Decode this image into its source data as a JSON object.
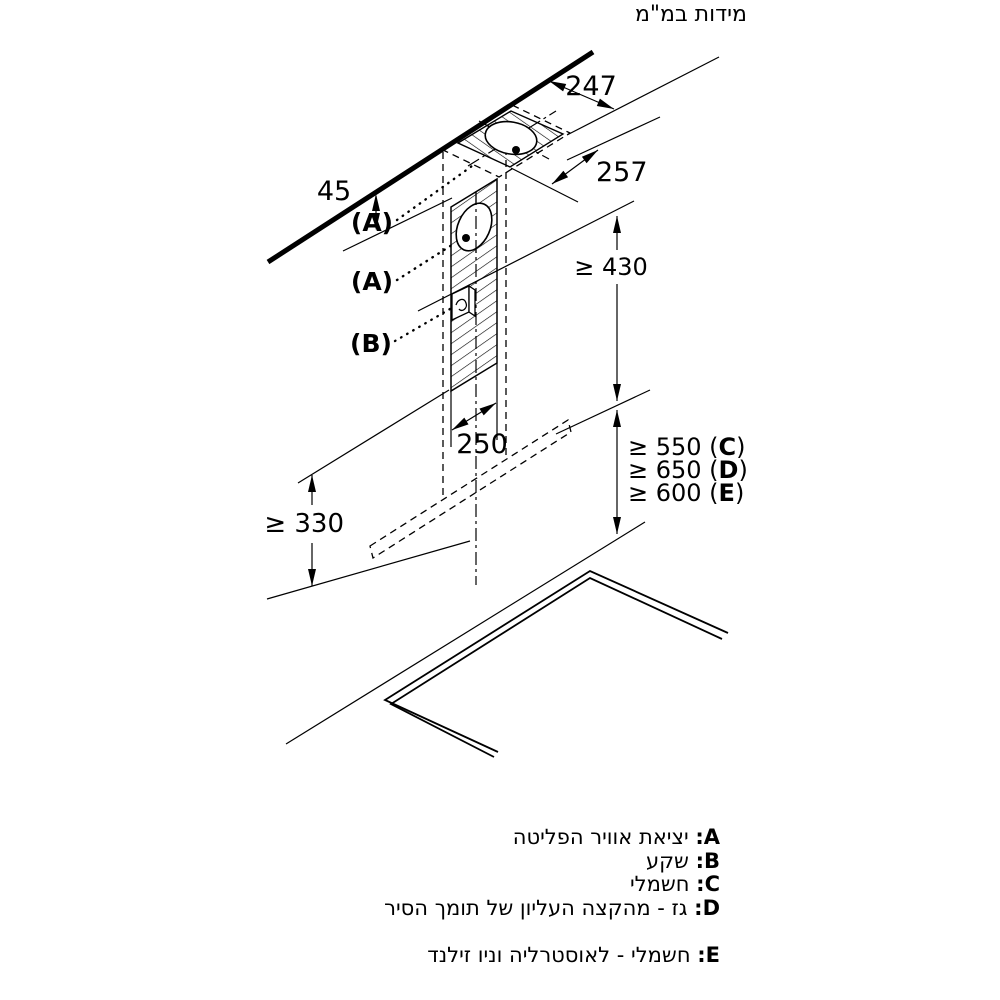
{
  "title": "מידות במ\"מ",
  "drawing": {
    "dims": {
      "d45": "45",
      "d247": "247",
      "d257": "257",
      "d430": "≥ 430",
      "d250": "250",
      "d330": "≥ 330",
      "d550_prefix": "≥ 550 (",
      "d550_letter": "C",
      "d550_suffix": ")",
      "d650_prefix": "≥ 650 (",
      "d650_letter": "D",
      "d650_suffix": ")",
      "d600_prefix": "≥ 600 (",
      "d600_letter": "E",
      "d600_suffix": ")"
    },
    "labels": {
      "a1": "(A)",
      "a2": "(A)",
      "b": "(B)"
    }
  },
  "legend": {
    "items": [
      {
        "letter": "A:",
        "text": "יציאת אוויר הפליטה"
      },
      {
        "letter": "B:",
        "text": "שקע"
      },
      {
        "letter": "C:",
        "text": "חשמלי"
      },
      {
        "letter": "D:",
        "text": "גז - מהקצה העליון של תומך הסיר"
      },
      {
        "letter": "E:",
        "text": "חשמלי - לאוסטרליה וניו זילנד"
      }
    ]
  }
}
